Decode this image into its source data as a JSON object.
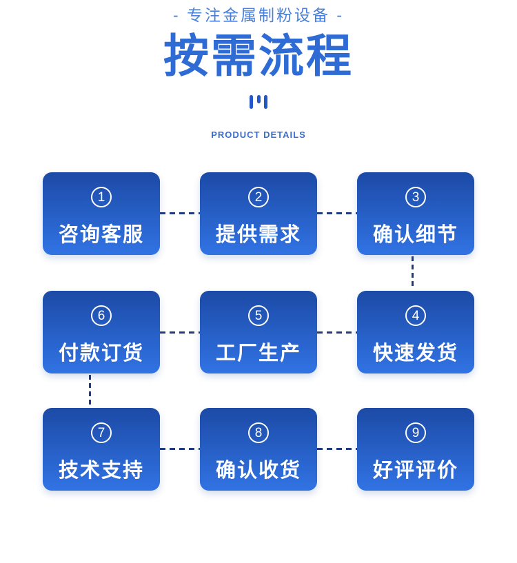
{
  "header": {
    "tagline": "- 专注金属制粉设备 -",
    "title": "按需流程",
    "subtitle": "PRODUCT DETAILS"
  },
  "colors": {
    "tagline_blue": "#4A80DA",
    "title_blue": "#2E6BD5",
    "subtitle_blue": "#3B6FCE",
    "decor_bar_blue": "#2456C7",
    "box_gradient_top": "#1C4AA6",
    "box_gradient_bottom": "#3173E4",
    "connector_navy": "#1F3A7E",
    "step_text_white": "#FFFFFF",
    "background": "#FFFFFF"
  },
  "flow": {
    "order_note": "visual grid order; flow sequence is 1-2-3 / 6-5-4 / 7-8-9 (snake)",
    "steps": [
      {
        "num": "1",
        "label": "咨询客服"
      },
      {
        "num": "2",
        "label": "提供需求"
      },
      {
        "num": "3",
        "label": "确认细节"
      },
      {
        "num": "6",
        "label": "付款订货"
      },
      {
        "num": "5",
        "label": "工厂生产"
      },
      {
        "num": "4",
        "label": "快速发货"
      },
      {
        "num": "7",
        "label": "技术支持"
      },
      {
        "num": "8",
        "label": "确认收货"
      },
      {
        "num": "9",
        "label": "好评评价"
      }
    ]
  }
}
